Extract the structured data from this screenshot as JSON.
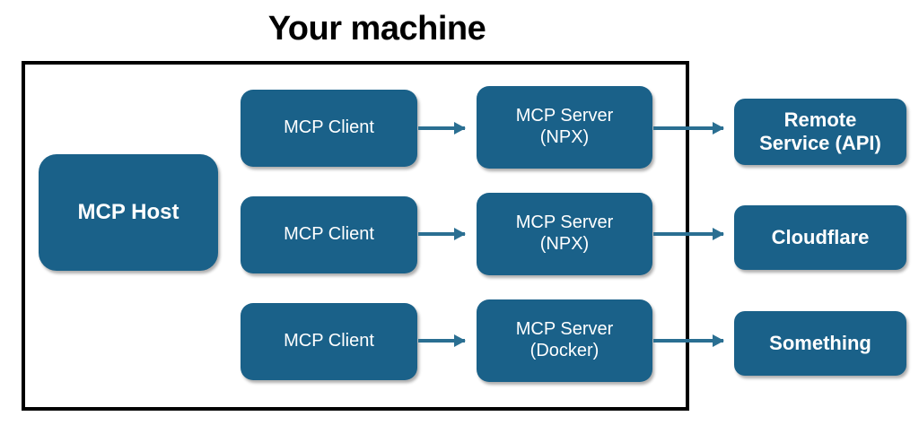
{
  "diagram": {
    "title": "Your machine",
    "boundary_name": "machine-boundary",
    "accent_color": "#1a6189",
    "arrow_color": "#2a6f92",
    "border_color": "#000000",
    "text_color": "#ffffff"
  },
  "host": {
    "label": "MCP Host"
  },
  "rows": [
    {
      "client": "MCP Client",
      "server": "MCP Server\n(NPX)",
      "target": "Remote\nService (API)"
    },
    {
      "client": "MCP Client",
      "server": "MCP Server\n(NPX)",
      "target": "Cloudflare"
    },
    {
      "client": "MCP Client",
      "server": "MCP Server\n(Docker)",
      "target": "Something"
    }
  ],
  "arrows": [
    {
      "from": "client-1",
      "to": "server-1"
    },
    {
      "from": "client-2",
      "to": "server-2"
    },
    {
      "from": "client-3",
      "to": "server-3"
    },
    {
      "from": "server-1",
      "to": "target-1"
    },
    {
      "from": "server-2",
      "to": "target-2"
    },
    {
      "from": "server-3",
      "to": "target-3"
    }
  ]
}
